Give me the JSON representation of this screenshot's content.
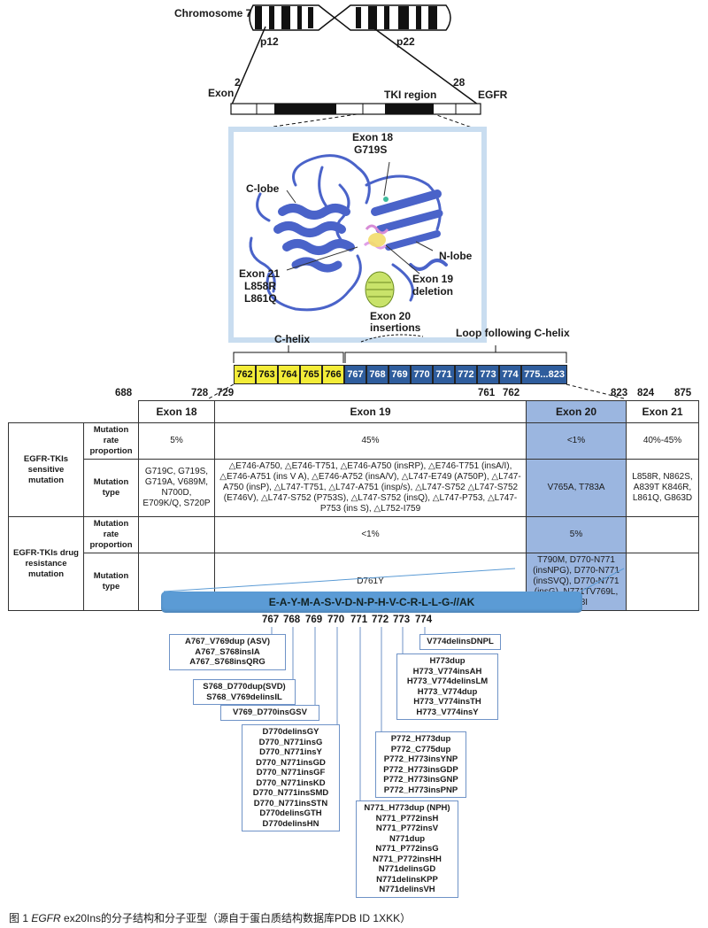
{
  "chromosome": {
    "title": "Chromosome 7",
    "p12": "p12",
    "p22": "p22"
  },
  "gene": {
    "exon_label": "Exon",
    "exon_start": "2",
    "exon_end": "28",
    "tki_label": "TKI region",
    "gene_name": "EGFR"
  },
  "structure": {
    "exon18": "Exon 18",
    "g719s": "G719S",
    "c_lobe": "C-lobe",
    "n_lobe": "N-lobe",
    "exon21": "Exon 21",
    "l858r": "L858R",
    "l861q": "L861Q",
    "exon19": "Exon 19",
    "deletion": "deletion",
    "exon20": "Exon 20",
    "insertions": "insertions",
    "c_helix": "C-helix",
    "loop_label": "Loop following C-helix"
  },
  "residues": {
    "yellow": [
      "762",
      "763",
      "764",
      "765",
      "766"
    ],
    "blue": [
      "767",
      "768",
      "769",
      "770",
      "771",
      "772",
      "773",
      "774",
      "775...823"
    ]
  },
  "boundaries": [
    "688",
    "728",
    "729",
    "761",
    "762",
    "823",
    "824",
    "875"
  ],
  "table": {
    "headers": [
      "Exon 18",
      "Exon 19",
      "Exon 20",
      "Exon 21"
    ],
    "group1": "EGFR-TKIs sensitive mutation",
    "group2": "EGFR-TKIs drug resistance mutation",
    "rate_label": "Mutation rate proportion",
    "type_label": "Mutation type",
    "sens_rate": [
      "5%",
      "45%",
      "<1%",
      "40%-45%"
    ],
    "sens_type": [
      "G719C, G719S, G719A, V689M, N700D, E709K/Q, S720P",
      "△E746-A750, △E746-T751, △E746-A750 (insRP), △E746-T751 (insA/I), △E746-A751 (ins V A), △E746-A752 (insA/V), △L747-E749 (A750P), △L747-A750 (insP), △L747-T751, △L747-A751 (insp/s), △L747-S752 △L747-S752 (E746V), △L747-S752 (P753S), △L747-S752 (insQ), △L747-P753, △L747-P753 (ins S), △L752-I759",
      "V765A, T783A",
      "L858R, N862S, A839T K846R, L861Q, G863D"
    ],
    "res_rate": [
      "",
      "<1%",
      "5%",
      ""
    ],
    "res_type": [
      "",
      "D761Y",
      "T790M, D770-N771 (insNPG), D770-N771 (insSVQ), D770-N771 (insG), N771TV769L, S768I",
      ""
    ]
  },
  "sequence": "E-A-Y-M-A-S-V-D-N-P-H-V-C-R-L-L-G-//AK",
  "positions": [
    "767",
    "768",
    "769",
    "770",
    "771",
    "772",
    "773",
    "774"
  ],
  "boxes": {
    "b767": [
      "A767_V769dup (ASV)",
      "A767_S768insIA",
      "A767_S768insQRG"
    ],
    "b768": [
      "S768_D770dup(SVD)",
      "S768_V769delinsIL"
    ],
    "b769": [
      "V769_D770insGSV"
    ],
    "b770": [
      "D770delinsGY",
      "D770_N771insG",
      "D770_N771insY",
      "D770_N771insGD",
      "D770_N771insGF",
      "D770_N771insKD",
      "D770_N771insSMD",
      "D770_N771insSTN",
      "D770delinsGTH",
      "D770delinsHN"
    ],
    "b771": [
      "N771_H773dup (NPH)",
      "N771_P772insH",
      "N771_P772insV",
      "N771dup",
      "N771_P772insG",
      "N771_P772insHH",
      "N771delinsGD",
      "N771delinsKPP",
      "N771delinsVH"
    ],
    "b772": [
      "P772_H773dup",
      "P772_C775dup",
      "P772_H773insYNP",
      "P772_H773insGDP",
      "P772_H773insGNP",
      "P772_H773insPNP"
    ],
    "b773": [
      "H773dup",
      "H773_V774insAH",
      "H773_V774delinsLM",
      "H773_V774dup",
      "H773_V774insTH",
      "H773_V774insY"
    ],
    "b774": [
      "V774delinsDNPL"
    ]
  },
  "caption": {
    "prefix": "图 1 ",
    "gene": "EGFR",
    "rest": " ex20Ins的分子结构和分子亚型（源自于蛋白质结构数据库PDB ID 1XKK）"
  },
  "colors": {
    "yellow": "#f3ec38",
    "blue": "#2f5d9d",
    "highlight": "#9bb6e0",
    "bar": "#5b9bd5",
    "protein": "#4a63c9"
  }
}
